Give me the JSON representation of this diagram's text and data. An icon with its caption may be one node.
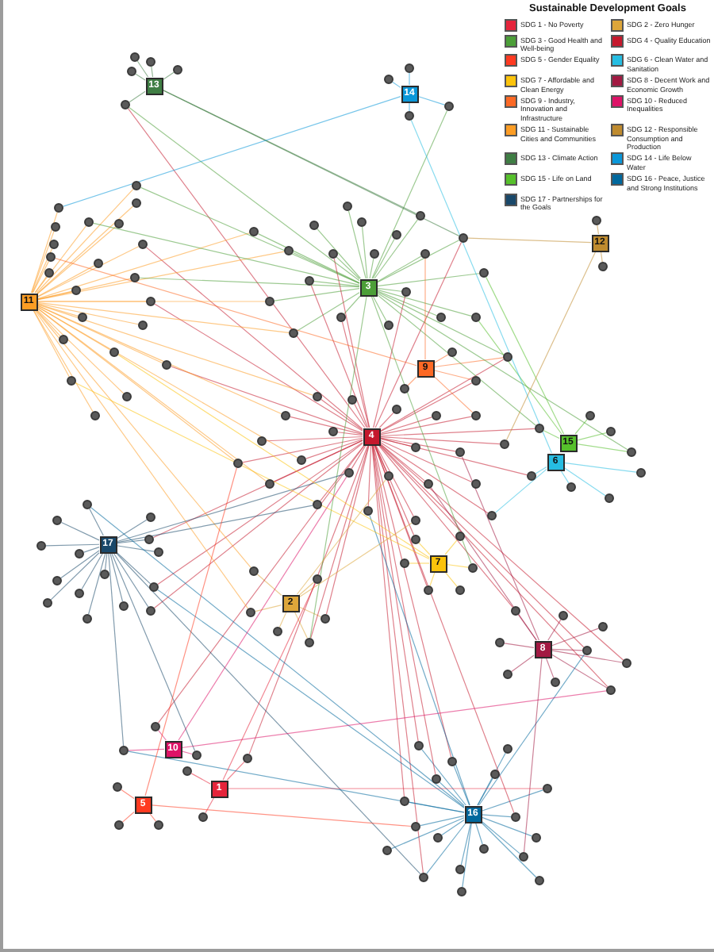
{
  "diagram": {
    "nodes": [
      {
        "text": [
          "1"
        ]
      },
      {
        "text": [
          "2"
        ]
      },
      {
        "text": [
          "3"
        ]
      },
      {
        "text": [
          "4"
        ]
      },
      {
        "text": [
          "5"
        ]
      },
      {
        "text": [
          "6"
        ]
      },
      {
        "text": [
          "7"
        ]
      },
      {
        "text": [
          "8"
        ]
      },
      {
        "text": [
          "9"
        ]
      },
      {
        "text": [
          "10"
        ]
      },
      {
        "text": [
          "11"
        ]
      },
      {
        "text": [
          "12"
        ]
      },
      {
        "text": [
          "13"
        ]
      },
      {
        "text": [
          "14"
        ]
      },
      {
        "text": [
          "15"
        ]
      },
      {
        "text": [
          "16"
        ]
      },
      {
        "text": [
          "17"
        ]
      },
      {
        "text": [],
        "shape": "circle"
      },
      {
        "text": [],
        "shape": "circle"
      },
      {
        "text": [],
        "shape": "circle"
      },
      {
        "text": [],
        "shape": "circle"
      },
      {
        "text": [],
        "shape": "circle"
      },
      {
        "text": [],
        "shape": "circle"
      },
      {
        "text": [],
        "shape": "circle"
      },
      {
        "text": [],
        "shape": "circle"
      },
      {
        "text": [],
        "shape": "circle"
      },
      {
        "text": [],
        "shape": "circle"
      },
      {
        "text": [],
        "shape": "circle"
      },
      {
        "text": [],
        "shape": "circle"
      },
      {
        "text": [],
        "shape": "circle"
      },
      {
        "text": [],
        "shape": "circle"
      },
      {
        "text": [],
        "shape": "circle"
      },
      {
        "text": [],
        "shape": "circle"
      },
      {
        "text": [],
        "shape": "circle"
      },
      {
        "text": [],
        "shape": "circle"
      },
      {
        "text": [],
        "shape": "circle"
      },
      {
        "text": [],
        "shape": "circle"
      },
      {
        "text": [],
        "shape": "circle"
      },
      {
        "text": [],
        "shape": "circle"
      },
      {
        "text": [],
        "shape": "circle"
      },
      {
        "text": [],
        "shape": "circle"
      },
      {
        "text": [],
        "shape": "circle"
      },
      {
        "text": [],
        "shape": "circle"
      },
      {
        "text": [],
        "shape": "circle"
      },
      {
        "text": [],
        "shape": "circle"
      },
      {
        "text": [],
        "shape": "circle"
      },
      {
        "text": [],
        "shape": "circle"
      },
      {
        "text": [],
        "shape": "circle"
      },
      {
        "text": [],
        "shape": "circle"
      },
      {
        "text": [],
        "shape": "circle"
      },
      {
        "text": [],
        "shape": "circle"
      },
      {
        "text": [],
        "shape": "circle"
      },
      {
        "text": [],
        "shape": "circle"
      },
      {
        "text": [],
        "shape": "circle"
      },
      {
        "text": [],
        "shape": "circle"
      },
      {
        "text": [],
        "shape": "circle"
      },
      {
        "text": [],
        "shape": "circle"
      },
      {
        "text": [],
        "shape": "circle"
      },
      {
        "text": [],
        "shape": "circle"
      },
      {
        "text": [],
        "shape": "circle"
      },
      {
        "text": [],
        "shape": "circle"
      },
      {
        "text": [],
        "shape": "circle"
      },
      {
        "text": [],
        "shape": "circle"
      },
      {
        "text": [],
        "shape": "circle"
      },
      {
        "text": [],
        "shape": "circle"
      },
      {
        "text": [],
        "shape": "circle"
      },
      {
        "text": [],
        "shape": "circle"
      },
      {
        "text": [],
        "shape": "circle"
      },
      {
        "text": [],
        "shape": "circle"
      },
      {
        "text": [],
        "shape": "circle"
      },
      {
        "text": [],
        "shape": "circle"
      },
      {
        "text": [],
        "shape": "circle"
      },
      {
        "text": [],
        "shape": "circle"
      },
      {
        "text": [],
        "shape": "circle"
      },
      {
        "text": [],
        "shape": "circle"
      },
      {
        "text": [],
        "shape": "circle"
      },
      {
        "text": [],
        "shape": "circle"
      },
      {
        "text": [],
        "shape": "circle"
      },
      {
        "text": [],
        "shape": "circle"
      },
      {
        "text": [],
        "shape": "circle"
      },
      {
        "text": [],
        "shape": "circle"
      },
      {
        "text": [],
        "shape": "circle"
      },
      {
        "text": [],
        "shape": "circle"
      },
      {
        "text": [],
        "shape": "circle"
      },
      {
        "text": [],
        "shape": "circle"
      },
      {
        "text": [],
        "shape": "circle"
      },
      {
        "text": [],
        "shape": "circle"
      },
      {
        "text": [],
        "shape": "circle"
      },
      {
        "text": [],
        "shape": "circle"
      },
      {
        "text": [],
        "shape": "circle"
      },
      {
        "text": [],
        "shape": "circle"
      },
      {
        "text": [],
        "shape": "circle"
      },
      {
        "text": [],
        "shape": "circle"
      },
      {
        "text": [],
        "shape": "circle"
      },
      {
        "text": [],
        "shape": "circle"
      },
      {
        "text": [],
        "shape": "circle"
      },
      {
        "text": [],
        "shape": "circle"
      },
      {
        "text": [],
        "shape": "circle"
      },
      {
        "text": [],
        "shape": "circle"
      },
      {
        "text": [],
        "shape": "circle"
      },
      {
        "text": [],
        "shape": "circle"
      },
      {
        "text": [],
        "shape": "circle"
      },
      {
        "text": [],
        "shape": "circle"
      },
      {
        "text": [],
        "shape": "circle"
      },
      {
        "text": [],
        "shape": "circle"
      },
      {
        "text": [],
        "shape": "circle"
      },
      {
        "text": [],
        "shape": "circle"
      },
      {
        "text": [],
        "shape": "circle"
      },
      {
        "text": [],
        "shape": "circle"
      },
      {
        "text": [],
        "shape": "circle"
      },
      {
        "text": [],
        "shape": "circle"
      },
      {
        "text": [],
        "shape": "circle"
      },
      {
        "text": [],
        "shape": "circle"
      },
      {
        "text": [],
        "shape": "circle"
      },
      {
        "text": [],
        "shape": "circle"
      },
      {
        "text": [],
        "shape": "circle"
      },
      {
        "text": [],
        "shape": "circle"
      },
      {
        "text": [],
        "shape": "circle"
      },
      {
        "text": [],
        "shape": "circle"
      },
      {
        "text": [],
        "shape": "circle"
      },
      {
        "text": [],
        "shape": "circle"
      },
      {
        "text": [],
        "shape": "circle"
      },
      {
        "text": [],
        "shape": "circle"
      },
      {
        "text": [],
        "shape": "circle"
      },
      {
        "text": [],
        "shape": "circle"
      },
      {
        "text": [],
        "shape": "circle"
      },
      {
        "text": [],
        "shape": "circle"
      },
      {
        "text": [],
        "shape": "circle"
      },
      {
        "text": [],
        "shape": "circle"
      },
      {
        "text": [],
        "shape": "circle"
      },
      {
        "text": [],
        "shape": "circle"
      },
      {
        "text": [],
        "shape": "circle"
      },
      {
        "text": [],
        "shape": "circle"
      },
      {
        "text": [],
        "shape": "circle"
      },
      {
        "text": [],
        "shape": "circle"
      },
      {
        "text": [],
        "shape": "circle"
      },
      {
        "text": [],
        "shape": "circle"
      },
      {
        "text": [],
        "shape": "circle"
      },
      {
        "text": [],
        "shape": "circle"
      },
      {
        "text": [],
        "shape": "circle"
      },
      {
        "text": [],
        "shape": "circle"
      },
      {
        "text": [],
        "shape": "circle"
      },
      {
        "text": [],
        "shape": "circle"
      },
      {
        "text": [],
        "shape": "circle"
      },
      {
        "text": [],
        "shape": "circle"
      },
      {
        "text": [],
        "shape": "circle"
      },
      {
        "text": [],
        "shape": "circle"
      },
      {
        "text": [],
        "shape": "circle"
      },
      {
        "text": [],
        "shape": "circle"
      },
      {
        "text": [],
        "shape": "circle"
      },
      {
        "text": [],
        "shape": "circle"
      },
      {
        "text": [],
        "shape": "circle"
      },
      {
        "text": [],
        "shape": "circle"
      },
      {
        "text": [],
        "shape": "circle"
      },
      {
        "text": [],
        "shape": "circle"
      },
      {
        "text": [],
        "shape": "circle"
      },
      {
        "text": [],
        "shape": "circle"
      },
      {
        "text": [],
        "shape": "circle"
      },
      {
        "text": [],
        "shape": "circle"
      },
      {
        "text": [],
        "shape": "circle"
      },
      {
        "text": [],
        "shape": "circle"
      },
      {
        "text": [],
        "shape": "circle"
      },
      {
        "text": [],
        "shape": "circle"
      },
      {
        "text": [],
        "shape": "circle"
      },
      {
        "text": [],
        "shape": "circle"
      },
      {
        "text": [],
        "shape": "circle"
      },
      {
        "text": [],
        "shape": "circle"
      }
    ],
    "edges": [
      {
        "from": 12,
        "to": 17,
        "arrow": "none",
        "color": "#3f7e44"
      },
      {
        "from": 12,
        "to": 18,
        "arrow": "none",
        "color": "#3f7e44"
      },
      {
        "from": 12,
        "to": 19,
        "arrow": "none",
        "color": "#3f7e44"
      },
      {
        "from": 12,
        "to": 20,
        "arrow": "none",
        "color": "#3f7e44"
      },
      {
        "from": 12,
        "to": 21,
        "arrow": "none",
        "color": "#3f7e44"
      },
      {
        "from": 13,
        "to": 22,
        "arrow": "none",
        "color": "#0a97d9"
      },
      {
        "from": 13,
        "to": 23,
        "arrow": "none",
        "color": "#0a97d9"
      },
      {
        "from": 13,
        "to": 24,
        "arrow": "none",
        "color": "#0a97d9"
      },
      {
        "from": 13,
        "to": 25,
        "arrow": "none",
        "color": "#0a97d9"
      },
      {
        "from": 11,
        "to": 26,
        "arrow": "none",
        "color": "#bf8b2e"
      },
      {
        "from": 11,
        "to": 27,
        "arrow": "none",
        "color": "#bf8b2e"
      },
      {
        "from": 10,
        "to": 28,
        "arrow": "none",
        "color": "#fd9d24"
      },
      {
        "from": 10,
        "to": 29,
        "arrow": "none",
        "color": "#fd9d24"
      },
      {
        "from": 10,
        "to": 30,
        "arrow": "none",
        "color": "#fd9d24"
      },
      {
        "from": 10,
        "to": 31,
        "arrow": "none",
        "color": "#fd9d24"
      },
      {
        "from": 10,
        "to": 32,
        "arrow": "none",
        "color": "#fd9d24"
      },
      {
        "from": 10,
        "to": 33,
        "arrow": "none",
        "color": "#fd9d24"
      },
      {
        "from": 10,
        "to": 34,
        "arrow": "none",
        "color": "#fd9d24"
      },
      {
        "from": 10,
        "to": 35,
        "arrow": "none",
        "color": "#fd9d24"
      },
      {
        "from": 10,
        "to": 36,
        "arrow": "none",
        "color": "#fd9d24"
      },
      {
        "from": 10,
        "to": 37,
        "arrow": "none",
        "color": "#fd9d24"
      },
      {
        "from": 10,
        "to": 38,
        "arrow": "none",
        "color": "#fd9d24"
      },
      {
        "from": 10,
        "to": 39,
        "arrow": "none",
        "color": "#fd9d24"
      },
      {
        "from": 10,
        "to": 40,
        "arrow": "none",
        "color": "#fd9d24"
      },
      {
        "from": 10,
        "to": 41,
        "arrow": "none",
        "color": "#fd9d24"
      },
      {
        "from": 10,
        "to": 42,
        "arrow": "none",
        "color": "#fd9d24"
      },
      {
        "from": 10,
        "to": 43,
        "arrow": "none",
        "color": "#fd9d24"
      },
      {
        "from": 10,
        "to": 44,
        "arrow": "none",
        "color": "#fd9d24"
      },
      {
        "from": 10,
        "to": 45,
        "arrow": "none",
        "color": "#fd9d24"
      },
      {
        "from": 10,
        "to": 46,
        "arrow": "none",
        "color": "#fd9d24"
      },
      {
        "from": 10,
        "to": 47,
        "arrow": "none",
        "color": "#fd9d24"
      },
      {
        "from": 10,
        "to": 48,
        "arrow": "none",
        "color": "#fd9d24"
      },
      {
        "from": 10,
        "to": 49,
        "arrow": "none",
        "color": "#fd9d24"
      },
      {
        "from": 2,
        "to": 50,
        "arrow": "none",
        "color": "#4c9f38"
      },
      {
        "from": 2,
        "to": 51,
        "arrow": "none",
        "color": "#4c9f38"
      },
      {
        "from": 2,
        "to": 52,
        "arrow": "none",
        "color": "#4c9f38"
      },
      {
        "from": 2,
        "to": 53,
        "arrow": "none",
        "color": "#4c9f38"
      },
      {
        "from": 2,
        "to": 54,
        "arrow": "none",
        "color": "#4c9f38"
      },
      {
        "from": 2,
        "to": 55,
        "arrow": "none",
        "color": "#4c9f38"
      },
      {
        "from": 2,
        "to": 56,
        "arrow": "none",
        "color": "#4c9f38"
      },
      {
        "from": 2,
        "to": 57,
        "arrow": "none",
        "color": "#4c9f38"
      },
      {
        "from": 2,
        "to": 58,
        "arrow": "none",
        "color": "#4c9f38"
      },
      {
        "from": 2,
        "to": 59,
        "arrow": "none",
        "color": "#4c9f38"
      },
      {
        "from": 2,
        "to": 60,
        "arrow": "none",
        "color": "#4c9f38"
      },
      {
        "from": 2,
        "to": 61,
        "arrow": "none",
        "color": "#4c9f38"
      },
      {
        "from": 2,
        "to": 62,
        "arrow": "none",
        "color": "#4c9f38"
      },
      {
        "from": 2,
        "to": 63,
        "arrow": "none",
        "color": "#4c9f38"
      },
      {
        "from": 2,
        "to": 64,
        "arrow": "none",
        "color": "#4c9f38"
      },
      {
        "from": 2,
        "to": 65,
        "arrow": "none",
        "color": "#4c9f38"
      },
      {
        "from": 2,
        "to": 66,
        "arrow": "none",
        "color": "#4c9f38"
      },
      {
        "from": 2,
        "to": 67,
        "arrow": "none",
        "color": "#4c9f38"
      },
      {
        "from": 2,
        "to": 68,
        "arrow": "none",
        "color": "#4c9f38"
      },
      {
        "from": 2,
        "to": 69,
        "arrow": "none",
        "color": "#4c9f38"
      },
      {
        "from": 8,
        "to": 70,
        "arrow": "none",
        "color": "#fd6925"
      },
      {
        "from": 8,
        "to": 71,
        "arrow": "none",
        "color": "#fd6925"
      },
      {
        "from": 8,
        "to": 72,
        "arrow": "none",
        "color": "#fd6925"
      },
      {
        "from": 8,
        "to": 73,
        "arrow": "none",
        "color": "#fd6925"
      },
      {
        "from": 3,
        "to": 74,
        "arrow": "none",
        "color": "#c5192d"
      },
      {
        "from": 3,
        "to": 75,
        "arrow": "none",
        "color": "#c5192d"
      },
      {
        "from": 3,
        "to": 76,
        "arrow": "none",
        "color": "#c5192d"
      },
      {
        "from": 3,
        "to": 77,
        "arrow": "none",
        "color": "#c5192d"
      },
      {
        "from": 3,
        "to": 78,
        "arrow": "none",
        "color": "#c5192d"
      },
      {
        "from": 3,
        "to": 79,
        "arrow": "none",
        "color": "#c5192d"
      },
      {
        "from": 3,
        "to": 80,
        "arrow": "none",
        "color": "#c5192d"
      },
      {
        "from": 3,
        "to": 81,
        "arrow": "none",
        "color": "#c5192d"
      },
      {
        "from": 3,
        "to": 82,
        "arrow": "none",
        "color": "#c5192d"
      },
      {
        "from": 3,
        "to": 83,
        "arrow": "none",
        "color": "#c5192d"
      },
      {
        "from": 3,
        "to": 84,
        "arrow": "none",
        "color": "#c5192d"
      },
      {
        "from": 3,
        "to": 85,
        "arrow": "none",
        "color": "#c5192d"
      },
      {
        "from": 3,
        "to": 86,
        "arrow": "none",
        "color": "#c5192d"
      },
      {
        "from": 3,
        "to": 87,
        "arrow": "none",
        "color": "#c5192d"
      },
      {
        "from": 3,
        "to": 88,
        "arrow": "none",
        "color": "#c5192d"
      },
      {
        "from": 3,
        "to": 89,
        "arrow": "none",
        "color": "#c5192d"
      },
      {
        "from": 3,
        "to": 90,
        "arrow": "none",
        "color": "#c5192d"
      },
      {
        "from": 3,
        "to": 91,
        "arrow": "none",
        "color": "#c5192d"
      },
      {
        "from": 3,
        "to": 92,
        "arrow": "none",
        "color": "#c5192d"
      },
      {
        "from": 3,
        "to": 93,
        "arrow": "none",
        "color": "#c5192d"
      },
      {
        "from": 3,
        "to": 94,
        "arrow": "none",
        "color": "#c5192d"
      },
      {
        "from": 3,
        "to": 95,
        "arrow": "none",
        "color": "#c5192d"
      },
      {
        "from": 14,
        "to": 96,
        "arrow": "none",
        "color": "#56c02b"
      },
      {
        "from": 14,
        "to": 97,
        "arrow": "none",
        "color": "#56c02b"
      },
      {
        "from": 14,
        "to": 98,
        "arrow": "none",
        "color": "#56c02b"
      },
      {
        "from": 14,
        "to": 99,
        "arrow": "none",
        "color": "#56c02b"
      },
      {
        "from": 5,
        "to": 100,
        "arrow": "none",
        "color": "#26bde2"
      },
      {
        "from": 5,
        "to": 101,
        "arrow": "none",
        "color": "#26bde2"
      },
      {
        "from": 5,
        "to": 102,
        "arrow": "none",
        "color": "#26bde2"
      },
      {
        "from": 5,
        "to": 103,
        "arrow": "none",
        "color": "#26bde2"
      },
      {
        "from": 16,
        "to": 104,
        "arrow": "none",
        "color": "#19486a"
      },
      {
        "from": 16,
        "to": 105,
        "arrow": "none",
        "color": "#19486a"
      },
      {
        "from": 16,
        "to": 106,
        "arrow": "none",
        "color": "#19486a"
      },
      {
        "from": 16,
        "to": 107,
        "arrow": "none",
        "color": "#19486a"
      },
      {
        "from": 16,
        "to": 108,
        "arrow": "none",
        "color": "#19486a"
      },
      {
        "from": 16,
        "to": 109,
        "arrow": "none",
        "color": "#19486a"
      },
      {
        "from": 16,
        "to": 110,
        "arrow": "none",
        "color": "#19486a"
      },
      {
        "from": 16,
        "to": 111,
        "arrow": "none",
        "color": "#19486a"
      },
      {
        "from": 16,
        "to": 112,
        "arrow": "none",
        "color": "#19486a"
      },
      {
        "from": 16,
        "to": 113,
        "arrow": "none",
        "color": "#19486a"
      },
      {
        "from": 16,
        "to": 114,
        "arrow": "none",
        "color": "#19486a"
      },
      {
        "from": 16,
        "to": 115,
        "arrow": "none",
        "color": "#19486a"
      },
      {
        "from": 16,
        "to": 116,
        "arrow": "none",
        "color": "#19486a"
      },
      {
        "from": 16,
        "to": 117,
        "arrow": "none",
        "color": "#19486a"
      },
      {
        "from": 16,
        "to": 118,
        "arrow": "none",
        "color": "#19486a"
      },
      {
        "from": 1,
        "to": 119,
        "arrow": "none",
        "color": "#dda63a"
      },
      {
        "from": 1,
        "to": 120,
        "arrow": "none",
        "color": "#dda63a"
      },
      {
        "from": 1,
        "to": 121,
        "arrow": "none",
        "color": "#dda63a"
      },
      {
        "from": 1,
        "to": 122,
        "arrow": "none",
        "color": "#dda63a"
      },
      {
        "from": 1,
        "to": 123,
        "arrow": "none",
        "color": "#dda63a"
      },
      {
        "from": 1,
        "to": 124,
        "arrow": "none",
        "color": "#dda63a"
      },
      {
        "from": 6,
        "to": 125,
        "arrow": "none",
        "color": "#fcc30b"
      },
      {
        "from": 6,
        "to": 126,
        "arrow": "none",
        "color": "#fcc30b"
      },
      {
        "from": 6,
        "to": 127,
        "arrow": "none",
        "color": "#fcc30b"
      },
      {
        "from": 6,
        "to": 128,
        "arrow": "none",
        "color": "#fcc30b"
      },
      {
        "from": 6,
        "to": 129,
        "arrow": "none",
        "color": "#fcc30b"
      },
      {
        "from": 6,
        "to": 130,
        "arrow": "none",
        "color": "#fcc30b"
      },
      {
        "from": 7,
        "to": 131,
        "arrow": "none",
        "color": "#a21942"
      },
      {
        "from": 7,
        "to": 132,
        "arrow": "none",
        "color": "#a21942"
      },
      {
        "from": 7,
        "to": 133,
        "arrow": "none",
        "color": "#a21942"
      },
      {
        "from": 7,
        "to": 134,
        "arrow": "none",
        "color": "#a21942"
      },
      {
        "from": 7,
        "to": 135,
        "arrow": "none",
        "color": "#a21942"
      },
      {
        "from": 7,
        "to": 136,
        "arrow": "none",
        "color": "#a21942"
      },
      {
        "from": 7,
        "to": 137,
        "arrow": "none",
        "color": "#a21942"
      },
      {
        "from": 7,
        "to": 138,
        "arrow": "none",
        "color": "#a21942"
      },
      {
        "from": 7,
        "to": 139,
        "arrow": "none",
        "color": "#a21942"
      },
      {
        "from": 9,
        "to": 140,
        "arrow": "none",
        "color": "#dd1367"
      },
      {
        "from": 9,
        "to": 141,
        "arrow": "none",
        "color": "#dd1367"
      },
      {
        "from": 9,
        "to": 142,
        "arrow": "none",
        "color": "#dd1367"
      },
      {
        "from": 0,
        "to": 143,
        "arrow": "none",
        "color": "#e5243b"
      },
      {
        "from": 0,
        "to": 144,
        "arrow": "none",
        "color": "#e5243b"
      },
      {
        "from": 0,
        "to": 145,
        "arrow": "none",
        "color": "#e5243b"
      },
      {
        "from": 4,
        "to": 146,
        "arrow": "none",
        "color": "#ff3a21"
      },
      {
        "from": 4,
        "to": 147,
        "arrow": "none",
        "color": "#ff3a21"
      },
      {
        "from": 4,
        "to": 148,
        "arrow": "none",
        "color": "#ff3a21"
      },
      {
        "from": 15,
        "to": 149,
        "arrow": "none",
        "color": "#00689d"
      },
      {
        "from": 15,
        "to": 150,
        "arrow": "none",
        "color": "#00689d"
      },
      {
        "from": 15,
        "to": 151,
        "arrow": "none",
        "color": "#00689d"
      },
      {
        "from": 15,
        "to": 152,
        "arrow": "none",
        "color": "#00689d"
      },
      {
        "from": 15,
        "to": 153,
        "arrow": "none",
        "color": "#00689d"
      },
      {
        "from": 15,
        "to": 154,
        "arrow": "none",
        "color": "#00689d"
      },
      {
        "from": 15,
        "to": 155,
        "arrow": "none",
        "color": "#00689d"
      },
      {
        "from": 15,
        "to": 156,
        "arrow": "none",
        "color": "#00689d"
      },
      {
        "from": 15,
        "to": 157,
        "arrow": "none",
        "color": "#00689d"
      },
      {
        "from": 15,
        "to": 158,
        "arrow": "none",
        "color": "#00689d"
      },
      {
        "from": 15,
        "to": 159,
        "arrow": "none",
        "color": "#00689d"
      },
      {
        "from": 15,
        "to": 160,
        "arrow": "none",
        "color": "#00689d"
      },
      {
        "from": 15,
        "to": 161,
        "arrow": "none",
        "color": "#00689d"
      },
      {
        "from": 15,
        "to": 162,
        "arrow": "none",
        "color": "#00689d"
      },
      {
        "from": 15,
        "to": 163,
        "arrow": "none",
        "color": "#00689d"
      },
      {
        "from": 15,
        "to": 164,
        "arrow": "none",
        "color": "#00689d"
      },
      {
        "from": 15,
        "to": 165,
        "arrow": "none",
        "color": "#00689d"
      },
      {
        "from": 15,
        "to": 166,
        "arrow": "none",
        "color": "#00689d"
      },
      {
        "from": 3,
        "to": 21,
        "arrow": "none",
        "color": "#c5192d"
      },
      {
        "from": 3,
        "to": 35,
        "arrow": "none",
        "color": "#c5192d"
      },
      {
        "from": 3,
        "to": 41,
        "arrow": "none",
        "color": "#c5192d"
      },
      {
        "from": 3,
        "to": 46,
        "arrow": "none",
        "color": "#c5192d"
      },
      {
        "from": 3,
        "to": 57,
        "arrow": "none",
        "color": "#c5192d"
      },
      {
        "from": 3,
        "to": 62,
        "arrow": "none",
        "color": "#c5192d"
      },
      {
        "from": 3,
        "to": 63,
        "arrow": "none",
        "color": "#c5192d"
      },
      {
        "from": 3,
        "to": 66,
        "arrow": "none",
        "color": "#c5192d"
      },
      {
        "from": 3,
        "to": 60,
        "arrow": "none",
        "color": "#c5192d"
      },
      {
        "from": 3,
        "to": 73,
        "arrow": "none",
        "color": "#c5192d"
      },
      {
        "from": 3,
        "to": 71,
        "arrow": "none",
        "color": "#c5192d"
      },
      {
        "from": 3,
        "to": 99,
        "arrow": "none",
        "color": "#c5192d"
      },
      {
        "from": 3,
        "to": 101,
        "arrow": "none",
        "color": "#c5192d"
      },
      {
        "from": 3,
        "to": 109,
        "arrow": "none",
        "color": "#c5192d"
      },
      {
        "from": 3,
        "to": 113,
        "arrow": "none",
        "color": "#c5192d"
      },
      {
        "from": 3,
        "to": 118,
        "arrow": "none",
        "color": "#c5192d"
      },
      {
        "from": 3,
        "to": 122,
        "arrow": "none",
        "color": "#c5192d"
      },
      {
        "from": 3,
        "to": 124,
        "arrow": "none",
        "color": "#c5192d"
      },
      {
        "from": 3,
        "to": 125,
        "arrow": "none",
        "color": "#c5192d"
      },
      {
        "from": 3,
        "to": 129,
        "arrow": "none",
        "color": "#c5192d"
      },
      {
        "from": 3,
        "to": 131,
        "arrow": "none",
        "color": "#c5192d"
      },
      {
        "from": 3,
        "to": 135,
        "arrow": "none",
        "color": "#c5192d"
      },
      {
        "from": 3,
        "to": 139,
        "arrow": "none",
        "color": "#c5192d"
      },
      {
        "from": 3,
        "to": 136,
        "arrow": "none",
        "color": "#c5192d"
      },
      {
        "from": 3,
        "to": 140,
        "arrow": "none",
        "color": "#c5192d"
      },
      {
        "from": 3,
        "to": 144,
        "arrow": "none",
        "color": "#c5192d"
      },
      {
        "from": 3,
        "to": 149,
        "arrow": "none",
        "color": "#c5192d"
      },
      {
        "from": 3,
        "to": 150,
        "arrow": "none",
        "color": "#c5192d"
      },
      {
        "from": 3,
        "to": 153,
        "arrow": "none",
        "color": "#c5192d"
      },
      {
        "from": 3,
        "to": 155,
        "arrow": "none",
        "color": "#c5192d"
      },
      {
        "from": 3,
        "to": 157,
        "arrow": "none",
        "color": "#c5192d"
      },
      {
        "from": 3,
        "to": 163,
        "arrow": "none",
        "color": "#c5192d"
      },
      {
        "from": 10,
        "to": 55,
        "arrow": "none",
        "color": "#fd9d24"
      },
      {
        "from": 10,
        "to": 56,
        "arrow": "none",
        "color": "#fd9d24"
      },
      {
        "from": 10,
        "to": 65,
        "arrow": "none",
        "color": "#fd9d24"
      },
      {
        "from": 10,
        "to": 69,
        "arrow": "none",
        "color": "#fd9d24"
      },
      {
        "from": 10,
        "to": 74,
        "arrow": "none",
        "color": "#fd9d24"
      },
      {
        "from": 10,
        "to": 79,
        "arrow": "none",
        "color": "#fd9d24"
      },
      {
        "from": 10,
        "to": 85,
        "arrow": "none",
        "color": "#fd9d24"
      },
      {
        "from": 10,
        "to": 90,
        "arrow": "none",
        "color": "#fd9d24"
      },
      {
        "from": 10,
        "to": 94,
        "arrow": "none",
        "color": "#fd9d24"
      },
      {
        "from": 10,
        "to": 119,
        "arrow": "none",
        "color": "#fd9d24"
      },
      {
        "from": 10,
        "to": 121,
        "arrow": "none",
        "color": "#fd9d24"
      },
      {
        "from": 2,
        "to": 21,
        "arrow": "none",
        "color": "#4c9f38"
      },
      {
        "from": 2,
        "to": 28,
        "arrow": "none",
        "color": "#4c9f38"
      },
      {
        "from": 2,
        "to": 24,
        "arrow": "none",
        "color": "#4c9f38"
      },
      {
        "from": 2,
        "to": 31,
        "arrow": "none",
        "color": "#4c9f38"
      },
      {
        "from": 2,
        "to": 39,
        "arrow": "none",
        "color": "#4c9f38"
      },
      {
        "from": 2,
        "to": 73,
        "arrow": "none",
        "color": "#4c9f38"
      },
      {
        "from": 2,
        "to": 98,
        "arrow": "none",
        "color": "#4c9f38"
      },
      {
        "from": 2,
        "to": 99,
        "arrow": "none",
        "color": "#4c9f38"
      },
      {
        "from": 2,
        "to": 124,
        "arrow": "none",
        "color": "#4c9f38"
      },
      {
        "from": 2,
        "to": 128,
        "arrow": "none",
        "color": "#4c9f38"
      },
      {
        "from": 12,
        "to": 54,
        "arrow": "none",
        "color": "#3f7e44"
      },
      {
        "from": 12,
        "to": 60,
        "arrow": "none",
        "color": "#3f7e44"
      },
      {
        "from": 13,
        "to": 30,
        "arrow": "none",
        "color": "#0a97d9"
      },
      {
        "from": 16,
        "to": 86,
        "arrow": "none",
        "color": "#19486a"
      },
      {
        "from": 16,
        "to": 91,
        "arrow": "none",
        "color": "#19486a"
      },
      {
        "from": 16,
        "to": 141,
        "arrow": "none",
        "color": "#19486a"
      },
      {
        "from": 16,
        "to": 142,
        "arrow": "none",
        "color": "#19486a"
      },
      {
        "from": 16,
        "to": 163,
        "arrow": "none",
        "color": "#19486a"
      },
      {
        "from": 15,
        "to": 92,
        "arrow": "none",
        "color": "#00689d"
      },
      {
        "from": 15,
        "to": 104,
        "arrow": "none",
        "color": "#00689d"
      },
      {
        "from": 15,
        "to": 113,
        "arrow": "none",
        "color": "#00689d"
      },
      {
        "from": 15,
        "to": 135,
        "arrow": "none",
        "color": "#00689d"
      },
      {
        "from": 15,
        "to": 142,
        "arrow": "none",
        "color": "#00689d"
      },
      {
        "from": 9,
        "to": 86,
        "arrow": "none",
        "color": "#dd1367"
      },
      {
        "from": 9,
        "to": 139,
        "arrow": "none",
        "color": "#dd1367"
      },
      {
        "from": 7,
        "to": 83,
        "arrow": "none",
        "color": "#a21942"
      },
      {
        "from": 7,
        "to": 88,
        "arrow": "none",
        "color": "#a21942"
      },
      {
        "from": 7,
        "to": 161,
        "arrow": "none",
        "color": "#a21942"
      },
      {
        "from": 6,
        "to": 45,
        "arrow": "none",
        "color": "#fcc30b"
      },
      {
        "from": 6,
        "to": 47,
        "arrow": "none",
        "color": "#fcc30b"
      },
      {
        "from": 1,
        "to": 87,
        "arrow": "none",
        "color": "#dda63a"
      },
      {
        "from": 1,
        "to": 93,
        "arrow": "none",
        "color": "#dda63a"
      },
      {
        "from": 0,
        "to": 120,
        "arrow": "none",
        "color": "#e5243b"
      },
      {
        "from": 0,
        "to": 152,
        "arrow": "none",
        "color": "#e5243b"
      },
      {
        "from": 4,
        "to": 94,
        "arrow": "none",
        "color": "#ff3a21"
      },
      {
        "from": 4,
        "to": 156,
        "arrow": "none",
        "color": "#ff3a21"
      },
      {
        "from": 8,
        "to": 59,
        "arrow": "none",
        "color": "#fd6925"
      },
      {
        "from": 8,
        "to": 78,
        "arrow": "none",
        "color": "#fd6925"
      },
      {
        "from": 8,
        "to": 36,
        "arrow": "none",
        "color": "#fd6925"
      },
      {
        "from": 14,
        "to": 61,
        "arrow": "none",
        "color": "#56c02b"
      },
      {
        "from": 14,
        "to": 67,
        "arrow": "none",
        "color": "#56c02b"
      },
      {
        "from": 5,
        "to": 25,
        "arrow": "none",
        "color": "#26bde2"
      },
      {
        "from": 5,
        "to": 95,
        "arrow": "none",
        "color": "#26bde2"
      },
      {
        "from": 11,
        "to": 60,
        "arrow": "none",
        "color": "#bf8b2e"
      },
      {
        "from": 11,
        "to": 84,
        "arrow": "none",
        "color": "#bf8b2e"
      }
    ],
    "labels": [
      "Sustainable Development Goals"
    ],
    "legend": [
      {
        "text": "SDG 1 - No Poverty",
        "color": "#e5243b"
      },
      {
        "text": "SDG 2 - Zero Hunger",
        "color": "#dda63a"
      },
      {
        "text": "SDG 3 - Good Health and Well-being",
        "color": "#4c9f38"
      },
      {
        "text": "SDG 4 - Quality Education",
        "color": "#c5192d"
      },
      {
        "text": "SDG 5 - Gender Equality",
        "color": "#ff3a21"
      },
      {
        "text": "SDG 6 - Clean Water and Sanitation",
        "color": "#26bde2"
      },
      {
        "text": "SDG 7 - Affordable and Clean Energy",
        "color": "#fcc30b"
      },
      {
        "text": "SDG 8 - Decent Work and Economic Growth",
        "color": "#a21942"
      },
      {
        "text": "SDG 9 - Industry, Innovation and Infrastructure",
        "color": "#fd6925"
      },
      {
        "text": "SDG 10 - Reduced Inequalities",
        "color": "#dd1367"
      },
      {
        "text": "SDG 11 - Sustainable Cities and Communities",
        "color": "#fd9d24"
      },
      {
        "text": "SDG 12 - Responsible Consumption and Production",
        "color": "#bf8b2e"
      },
      {
        "text": "SDG 13 - Climate Action",
        "color": "#3f7e44"
      },
      {
        "text": "SDG 14 - Life Below Water",
        "color": "#0a97d9"
      },
      {
        "text": "SDG 15 - Life on Land",
        "color": "#56c02b"
      },
      {
        "text": "SDG 16 - Peace, Justice and Strong Institutions",
        "color": "#00689d"
      },
      {
        "text": "SDG 17 - Partnerships for the Goals",
        "color": "#19486a"
      }
    ]
  }
}
